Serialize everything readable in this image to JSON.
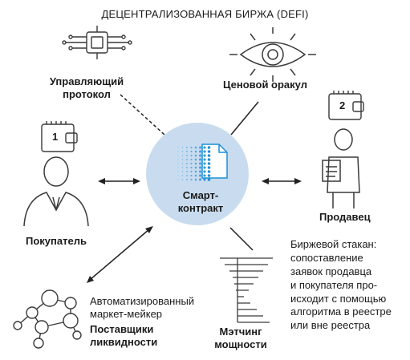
{
  "title": "ДЕЦЕНТРАЛИЗОВАННАЯ БИРЖА (DEFI)",
  "center": {
    "line1": "Смарт-",
    "line2": "контракт"
  },
  "governance": {
    "line1": "Управляющий",
    "line2": "протокол"
  },
  "oracle": {
    "label": "Ценовой оракул"
  },
  "buyer": {
    "label": "Покупатель",
    "step": "1"
  },
  "seller": {
    "label": "Продавец",
    "step": "2"
  },
  "market_maker": {
    "line1": "Автоматизированный",
    "line2": "маркет-мейкер"
  },
  "liquidity": {
    "line1": "Поставщики",
    "line2": "ликвидности"
  },
  "matching": {
    "line1": "Мэтчинг",
    "line2": "мощности"
  },
  "order_book": {
    "lines": [
      "Биржевой стакан:",
      "сопоставление",
      "заявок продавца",
      "и покупателя про-",
      "исходит с помощью",
      "алгоритма в реестре",
      "или вне реестра"
    ]
  },
  "colors": {
    "circle_fill": "#c9dcef",
    "dot_blue": "#1c8fd6",
    "ink": "#3a3a3a"
  }
}
